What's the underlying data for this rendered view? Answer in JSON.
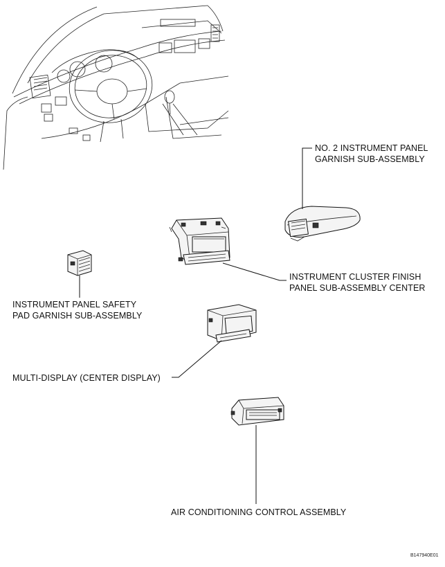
{
  "labels": {
    "garnish_no2_line1": "NO. 2 INSTRUMENT PANEL",
    "garnish_no2_line2": "GARNISH SUB-ASSEMBLY",
    "cluster_finish_line1": "INSTRUMENT CLUSTER FINISH",
    "cluster_finish_line2": "PANEL SUB-ASSEMBLY CENTER",
    "safety_pad_line1": "INSTRUMENT PANEL SAFETY",
    "safety_pad_line2": "PAD GARNISH SUB-ASSEMBLY",
    "multi_display": "MULTI-DISPLAY (CENTER DISPLAY)",
    "air_conditioning": "AIR CONDITIONING CONTROL ASSEMBLY"
  },
  "figure_code": "B147940E01",
  "icons": [
    "dashboard-overview-illustration",
    "garnish-no2-part",
    "cluster-finish-panel-part",
    "safety-pad-garnish-part",
    "multi-display-part",
    "ac-control-part"
  ]
}
